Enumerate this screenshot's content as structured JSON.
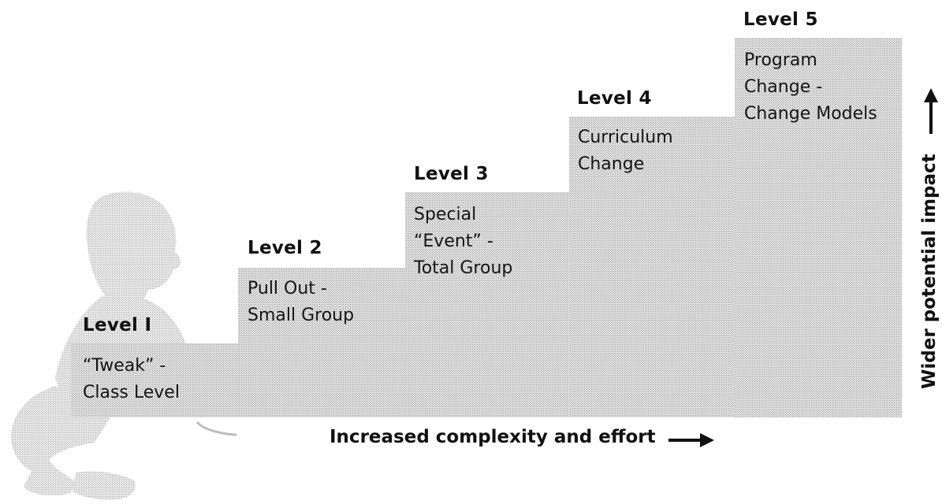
{
  "steps": [
    {
      "level": "Level I",
      "text": "“Tweak” -\nClass Level"
    },
    {
      "level": "Level 2",
      "text": "Pull Out -\nSmall Group"
    },
    {
      "level": "Level 3",
      "text": "Special\n“Event” -\nTotal Group"
    },
    {
      "level": "Level 4",
      "text": "Curriculum\nChange"
    },
    {
      "level": "Level 5",
      "text": "Program\nChange -\nChange Models"
    }
  ],
  "axes": {
    "x_label": "Increased complexity and effort",
    "y_label": "Wider potential impact"
  },
  "colors": {
    "step_fill": "#d8d8d8",
    "text": "#111111"
  },
  "illustration": "child-pushing-ball-silhouette"
}
